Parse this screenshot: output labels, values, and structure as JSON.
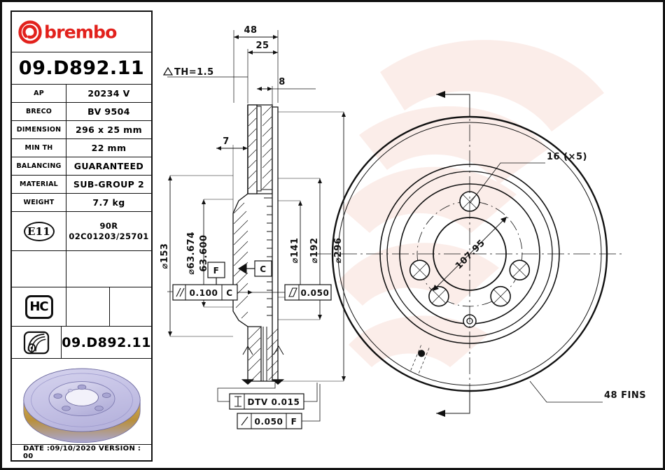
{
  "sheet": {
    "brand": "brembo",
    "part_number": "09.D892.11",
    "footer": "DATE :09/10/2020 VERSION : 00",
    "accent_color": "#e2211c",
    "watermark_color": "#f6cfc6"
  },
  "titleblock": {
    "rows": [
      {
        "key": "AP",
        "value": "20234 V"
      },
      {
        "key": "BRECO",
        "value": "BV 9504"
      },
      {
        "key": "DIMENSION",
        "value": "296 x 25 mm"
      },
      {
        "key": "MIN TH",
        "value": "22 mm"
      },
      {
        "key": "BALANCING",
        "value": "GUARANTEED"
      },
      {
        "key": "MATERIAL",
        "value": "SUB-GROUP 2"
      },
      {
        "key": "WEIGHT",
        "value": "7.7 kg"
      }
    ],
    "homologation": {
      "badge": "E11",
      "line1": "90R",
      "line2": "02C01203/25701"
    },
    "hc_badge": "HC",
    "disc_row_value": "09.D892.11",
    "icons": {
      "logo": "brembo-logo-icon",
      "homologation": "e11-circle-icon",
      "high_carbon": "hc-badge-icon",
      "disc": "brake-disc-badge-icon",
      "photo": "brake-disc-photo"
    }
  },
  "section_view": {
    "title": "cross-section",
    "dimensions": {
      "overall_width": "48",
      "hat_depth": "25",
      "disc_thickness": "8",
      "hat_face": "7",
      "th_tolerance": "TH=1.5"
    },
    "diameters": {
      "outer_hat": "153",
      "center_bore_max": "63.674",
      "center_bore_min": "63.600",
      "inner_friction": "141",
      "mid": "192",
      "outer": "296"
    },
    "datums": [
      "F",
      "C"
    ],
    "tolerance_frames": [
      {
        "symbol": "parallelism",
        "value": "0.100",
        "datum": "C"
      },
      {
        "symbol": "flatness",
        "value": "0.050",
        "datum": ""
      },
      {
        "symbol": "total-runout",
        "value": "DTV 0.015",
        "datum": ""
      },
      {
        "symbol": "circular-runout",
        "value": "0.050",
        "datum": "F"
      }
    ]
  },
  "face_view": {
    "bolt_hole_callout": "16 (×5)",
    "bolt_circle": "107.95",
    "fins_callout": "48 FINS",
    "bolt_hole_count": 5
  }
}
